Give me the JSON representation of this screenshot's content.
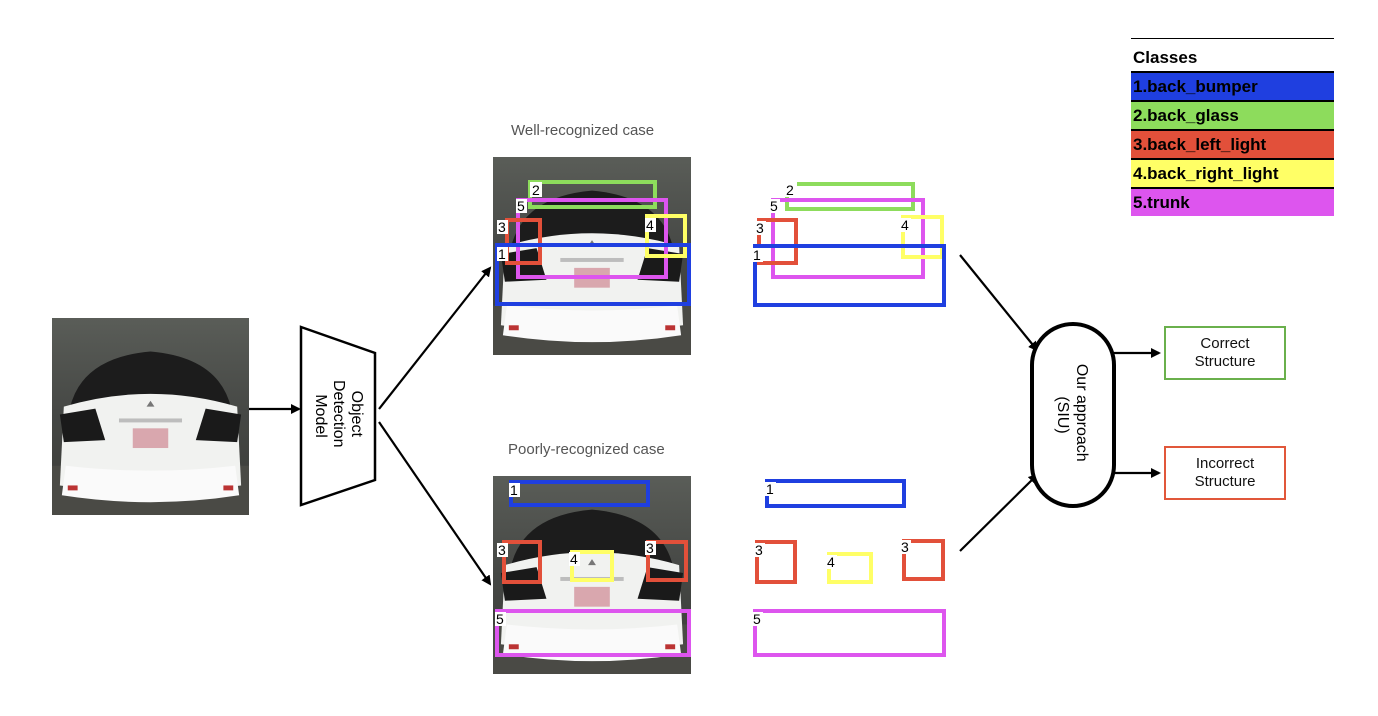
{
  "captions": {
    "well": "Well-recognized case",
    "poor": "Poorly-recognized case"
  },
  "model": {
    "line1": "Object",
    "line2": "Detection",
    "line3": "Model"
  },
  "approach": {
    "line1": "Our approach",
    "line2": "(SIU)"
  },
  "outputs": {
    "correct": {
      "line1": "Correct",
      "line2": "Structure",
      "color": "#6ab04c"
    },
    "incorrect": {
      "line1": "Incorrect",
      "line2": "Structure",
      "color": "#e1573a"
    }
  },
  "legend": {
    "title": "Classes",
    "items": [
      {
        "label": "1.back_bumper",
        "color": "#1f3fe0"
      },
      {
        "label": "2.back_glass",
        "color": "#8ddc5c"
      },
      {
        "label": "3.back_left_light",
        "color": "#e2503a"
      },
      {
        "label": "4.back_right_light",
        "color": "#ffff66"
      },
      {
        "label": "5.trunk",
        "color": "#dd55ee"
      }
    ]
  },
  "box_labels": {
    "one": "1",
    "two": "2",
    "three": "3",
    "four": "4",
    "five": "5"
  }
}
